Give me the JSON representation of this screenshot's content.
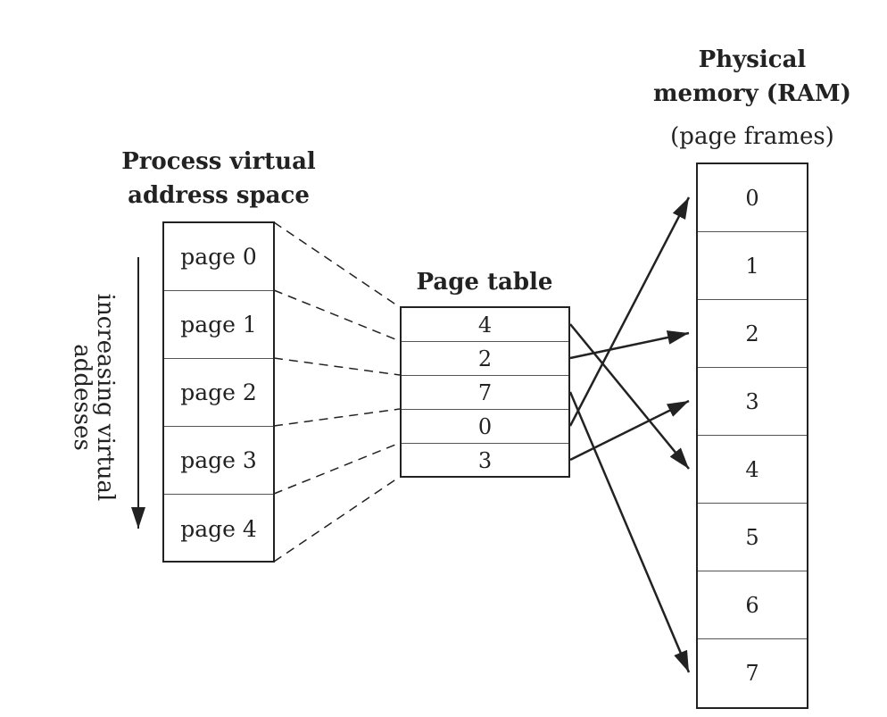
{
  "virtual_space": {
    "title_line1": "Process virtual",
    "title_line2": "address space",
    "pages": [
      "page 0",
      "page 1",
      "page 2",
      "page 3",
      "page 4"
    ]
  },
  "direction_label": {
    "line1": "increasing virtual",
    "line2": "addesses"
  },
  "page_table": {
    "title": "Page table",
    "entries": [
      "4",
      "2",
      "7",
      "0",
      "3"
    ]
  },
  "physical_memory": {
    "title_line1": "Physical",
    "title_line2": "memory (RAM)",
    "subtitle": "(page frames)",
    "frames": [
      "0",
      "1",
      "2",
      "3",
      "4",
      "5",
      "6",
      "7"
    ]
  },
  "mappings": [
    {
      "page": 0,
      "frame": 4
    },
    {
      "page": 1,
      "frame": 2
    },
    {
      "page": 2,
      "frame": 7
    },
    {
      "page": 3,
      "frame": 0
    },
    {
      "page": 4,
      "frame": 3
    }
  ],
  "colors": {
    "line": "#222222",
    "divider": "#555555",
    "background": "#ffffff"
  }
}
